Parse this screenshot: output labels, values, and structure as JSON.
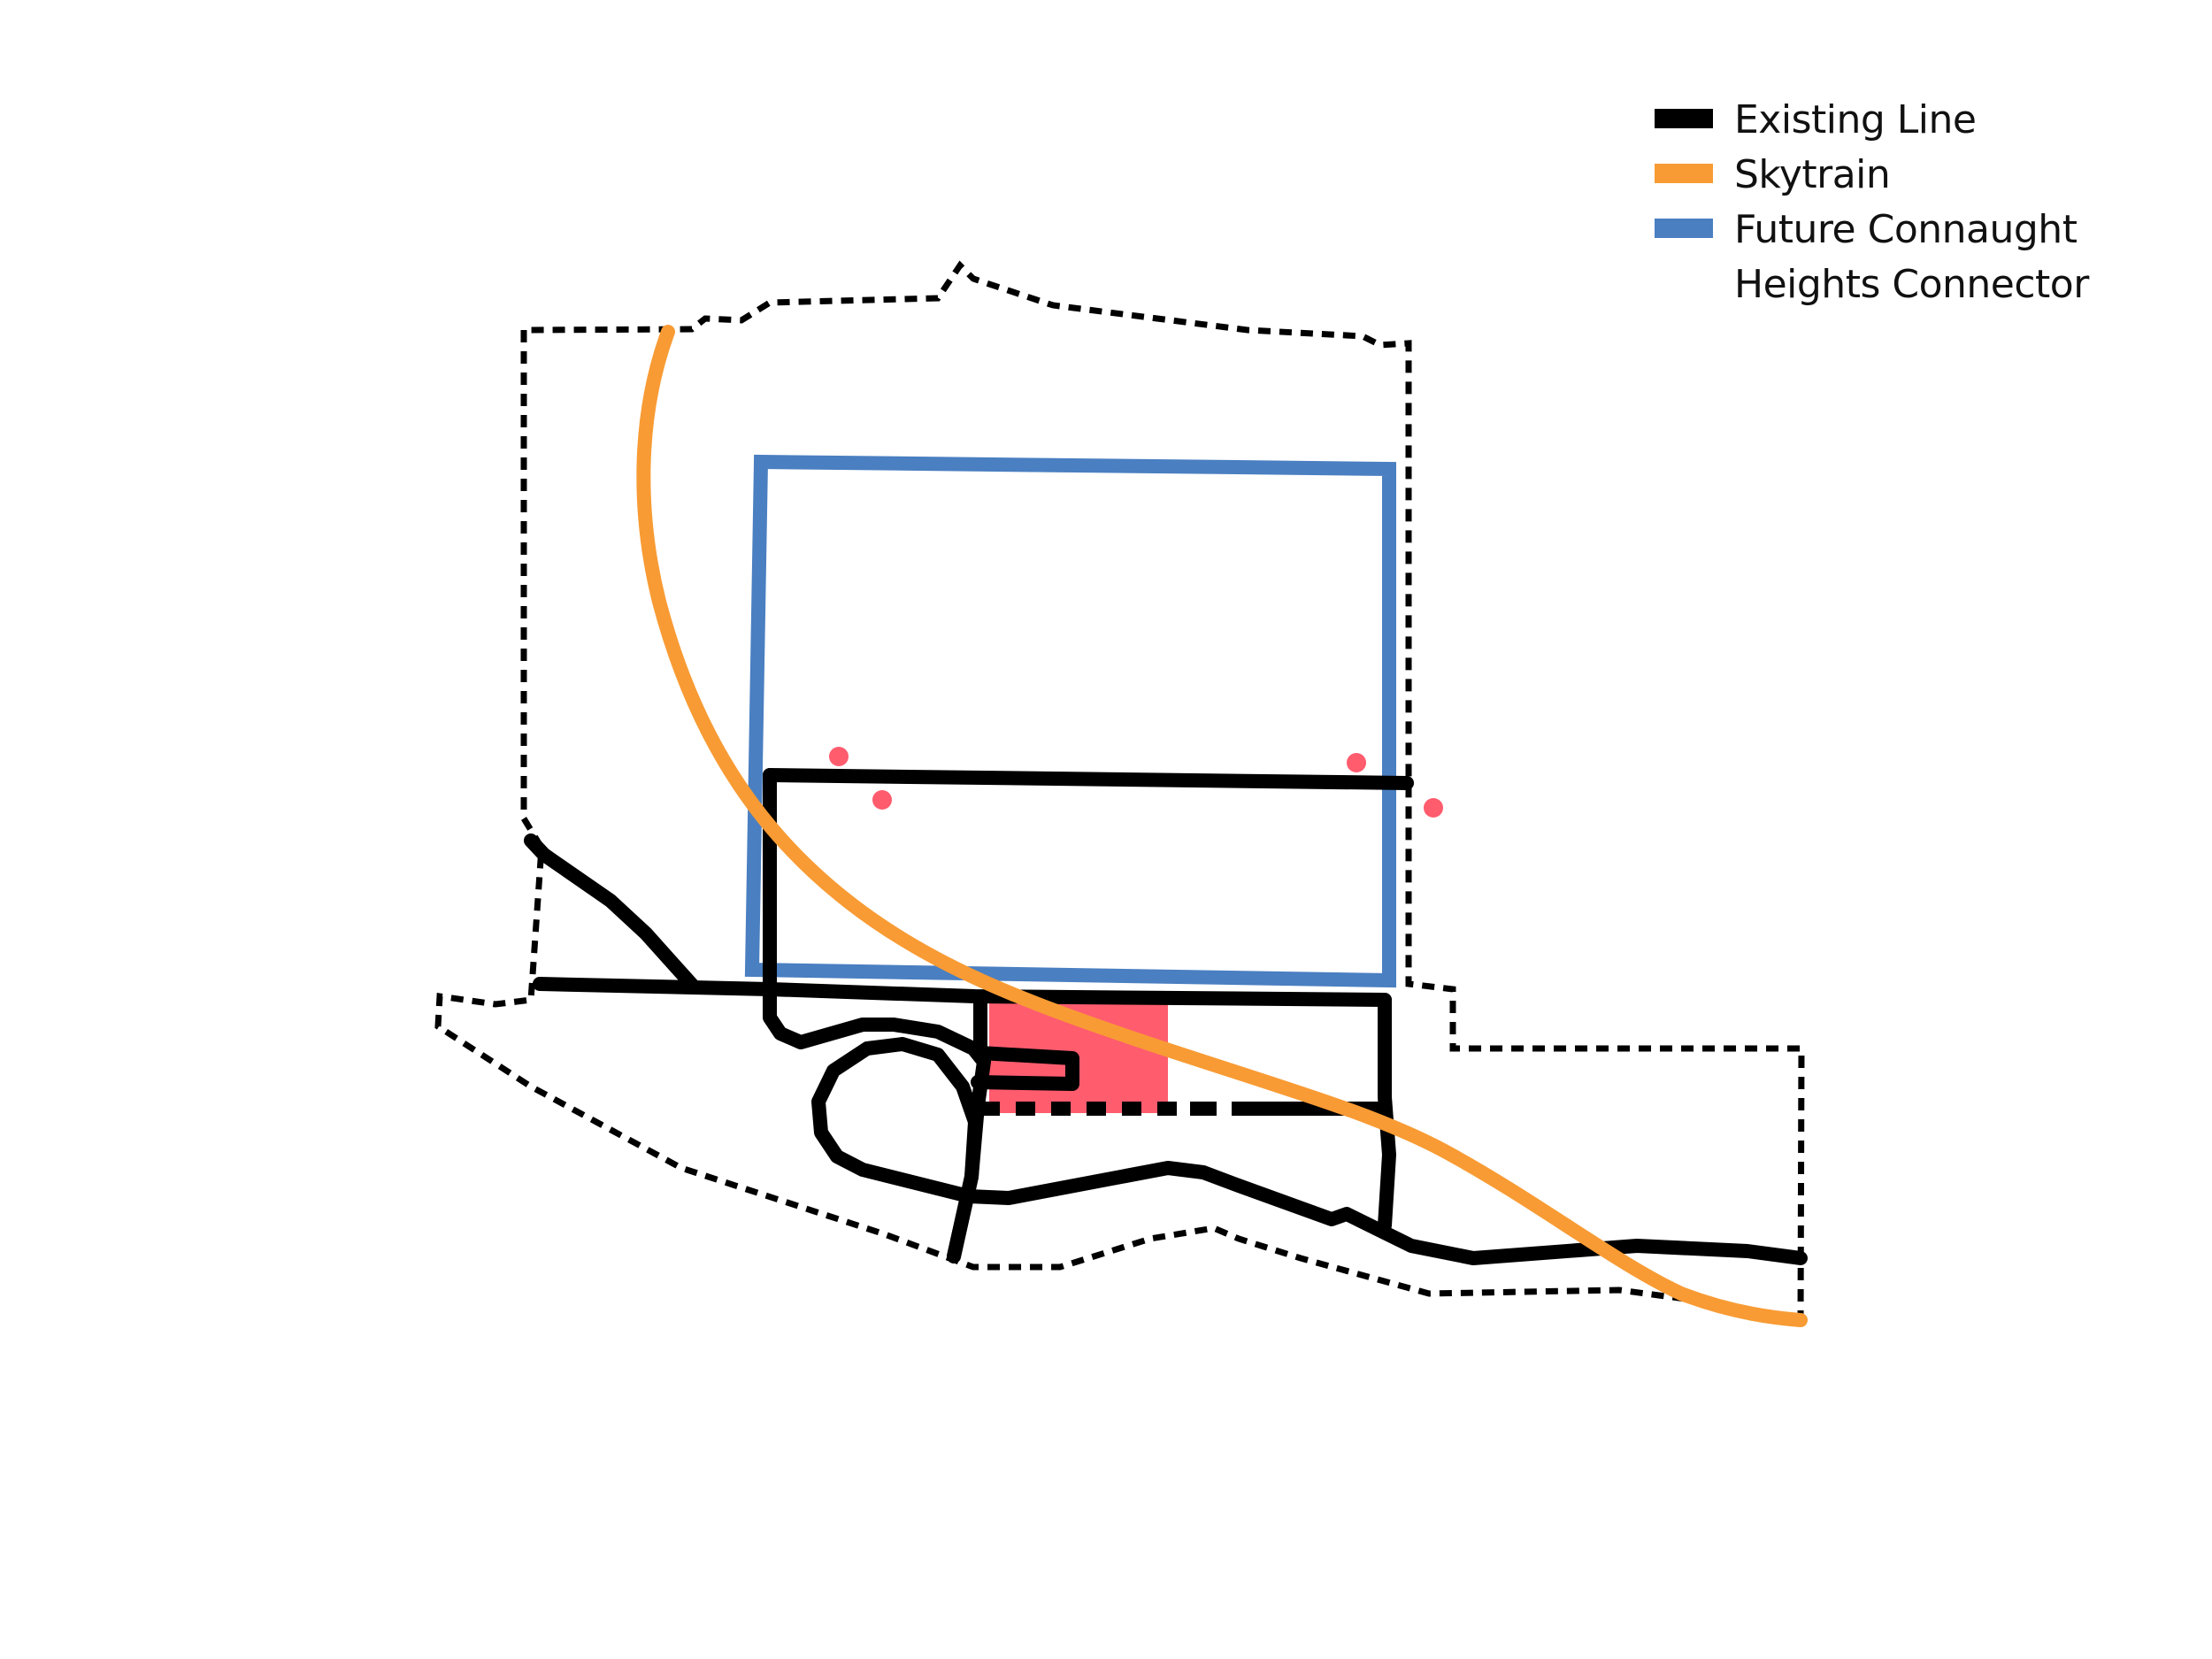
{
  "legend": {
    "items": [
      {
        "label": "Existing Line",
        "color": "#000000",
        "icon": "black-line-swatch"
      },
      {
        "label": "Skytrain",
        "color": "#F89B34",
        "icon": "orange-line-swatch"
      },
      {
        "label": "Future Connaught Heights Connector",
        "color": "#4A7FC1",
        "icon": "blue-line-swatch"
      }
    ]
  },
  "colors": {
    "existing_line": "#000000",
    "skytrain": "#F89B34",
    "connector": "#4A7FC1",
    "site": "#FF5C6E",
    "boundary": "#000000",
    "background": "#FFFFFF"
  }
}
